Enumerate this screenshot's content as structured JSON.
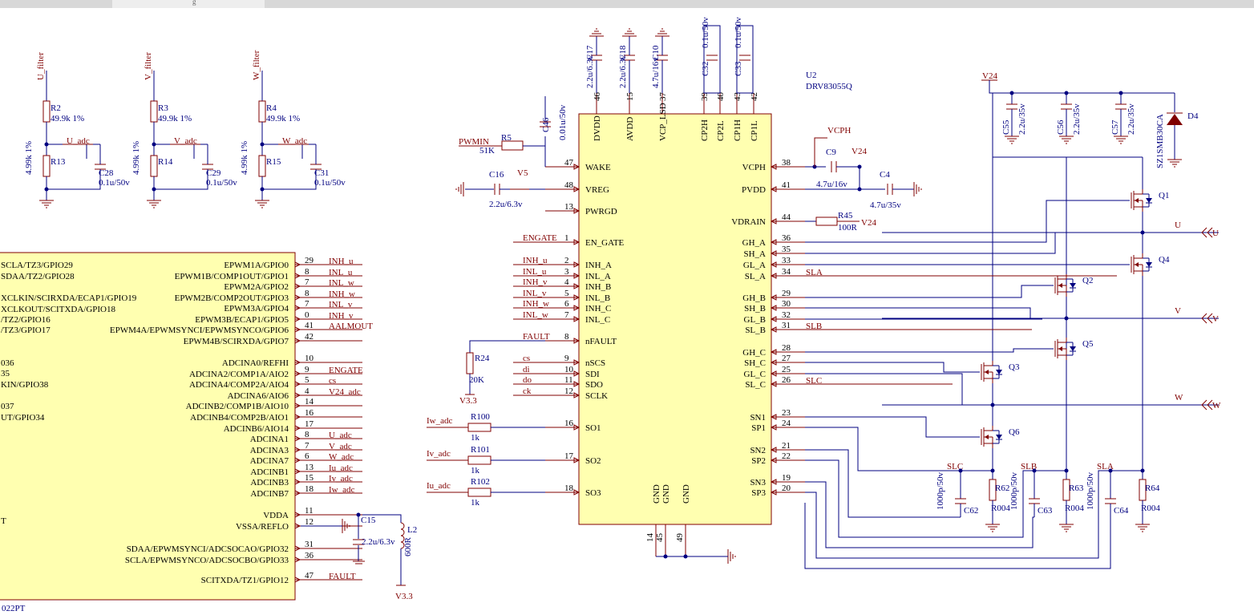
{
  "window": {
    "tab_label": "g"
  },
  "filters": [
    {
      "net": "U_filter",
      "r_top": "R2",
      "r_top_val": "49.9k 1%",
      "r_bot": "R13",
      "r_bot_val": "4.99k 1%",
      "adc": "U_adc",
      "cap": "C28",
      "cap_val": "0.1u/50v"
    },
    {
      "net": "V_filter",
      "r_top": "R3",
      "r_top_val": "49.9k 1%",
      "r_bot": "R14",
      "r_bot_val": "4.99k 1%",
      "adc": "V_adc",
      "cap": "C29",
      "cap_val": "0.1u/50v"
    },
    {
      "net": "W_filter",
      "r_top": "R4",
      "r_top_val": "49.9k 1%",
      "r_bot": "R15",
      "r_bot_val": "4.99k 1%",
      "adc": "W_adc",
      "cap": "C31",
      "cap_val": "0.1u/50v"
    }
  ],
  "mcu": {
    "left_pins": [
      "SCLA/TZ3/GPIO29",
      "SDAA/TZ2/GPIO28",
      "XCLKIN/SCIRXDA/ECAP1/GPIO19",
      "XCLKOUT/SCITXDA/GPIO18",
      "/TZ2/GPIO16",
      "/TZ3/GPIO17",
      "036",
      "35",
      "KIN/GPIO38",
      "037",
      "UT/GPIO34",
      "T"
    ],
    "right_pins": [
      {
        "name": "EPWM1A/GPIO0",
        "num": "29",
        "net": "INH_u"
      },
      {
        "name": "EPWM1B/COMP1OUT/GPIO1",
        "num": "8",
        "net": "INL_u"
      },
      {
        "name": "EPWM2A/GPIO2",
        "num": "7",
        "net": "INL_w"
      },
      {
        "name": "EPWM2B/COMP2OUT/GPIO3",
        "num": "8",
        "net": "INH_w"
      },
      {
        "name": "EPWM3A/GPIO4",
        "num": "7",
        "net": "INL_v"
      },
      {
        "name": "EPWM3B/ECAP1/GPIO5",
        "num": "0",
        "net": "INH_v"
      },
      {
        "name": "EPWM4A/EPWMSYNCI/EPWMSYNCO/GPIO6",
        "num": "41",
        "net": "AALMOUT"
      },
      {
        "name": "EPWM4B/SCIRXDA/GPIO7",
        "num": "42",
        "net": ""
      },
      {
        "name": "ADCINA0/REFHI",
        "num": "10",
        "net": ""
      },
      {
        "name": "ADCINA2/COMP1A/AIO2",
        "num": "9",
        "net": "ENGATE"
      },
      {
        "name": "ADCINA4/COMP2A/AIO4",
        "num": "5",
        "net": "cs"
      },
      {
        "name": "ADCINA6/AIO6",
        "num": "4",
        "net": "V24_adc"
      },
      {
        "name": "ADCINB2/COMP1B/AIO10",
        "num": "14",
        "net": ""
      },
      {
        "name": "ADCINB4/COMP2B/AIO1",
        "num": "16",
        "net": ""
      },
      {
        "name": "ADCINB6/AIO14",
        "num": "17",
        "net": ""
      },
      {
        "name": "ADCINA1",
        "num": "8",
        "net": "U_adc"
      },
      {
        "name": "ADCINA3",
        "num": "7",
        "net": "V_adc"
      },
      {
        "name": "ADCINA7",
        "num": "6",
        "net": "W_adc"
      },
      {
        "name": "ADCINB1",
        "num": "13",
        "net": "Iu_adc"
      },
      {
        "name": "ADCINB3",
        "num": "15",
        "net": "Iv_adc"
      },
      {
        "name": "ADCINB7",
        "num": "18",
        "net": "Iw_adc"
      },
      {
        "name": "VDDA",
        "num": "11",
        "net": ""
      },
      {
        "name": "VSSA/REFLO",
        "num": "12",
        "net": ""
      },
      {
        "name": "SDAA/EPWMSYNCI/ADCSOCAO/GPIO32",
        "num": "31",
        "net": ""
      },
      {
        "name": "SCLA/EPWMSYNCO/ADCSOCBO/GPIO33",
        "num": "36",
        "net": ""
      },
      {
        "name": "SCITXDA/TZ1/GPIO12",
        "num": "47",
        "net": "FAULT"
      }
    ],
    "part": "022PT"
  },
  "vdda": {
    "cap": "C15",
    "cap_val": "2.2u/6.3v",
    "ind": "L2",
    "ind_val": "600R",
    "supply": "V3.3"
  },
  "driver": {
    "designator": "U2",
    "part": "DRV83055Q",
    "top_pins": [
      {
        "name": "DVDD",
        "num": "46"
      },
      {
        "name": "AVDD",
        "num": "15"
      },
      {
        "name": "VCP_LSD",
        "num": "37"
      },
      {
        "name": "CP2H",
        "num": "39"
      },
      {
        "name": "CP2L",
        "num": "40"
      },
      {
        "name": "CP1H",
        "num": "43"
      },
      {
        "name": "CP1L",
        "num": "42"
      }
    ],
    "left_pins": [
      {
        "name": "WAKE",
        "num": "47"
      },
      {
        "name": "VREG",
        "num": "48"
      },
      {
        "name": "PWRGD",
        "num": "13"
      },
      {
        "name": "EN_GATE",
        "num": "1",
        "net": "ENGATE"
      },
      {
        "name": "INH_A",
        "num": "2",
        "net": "INH_u"
      },
      {
        "name": "INL_A",
        "num": "3",
        "net": "INL_u"
      },
      {
        "name": "INH_B",
        "num": "4",
        "net": "INH_v"
      },
      {
        "name": "INL_B",
        "num": "5",
        "net": "INL_v"
      },
      {
        "name": "INH_C",
        "num": "6",
        "net": "INH_w"
      },
      {
        "name": "INL_C",
        "num": "7",
        "net": "INL_w"
      },
      {
        "name": "nFAULT",
        "num": "8",
        "net": "FAULT"
      },
      {
        "name": "nSCS",
        "num": "9",
        "net": "cs"
      },
      {
        "name": "SDI",
        "num": "10",
        "net": "di"
      },
      {
        "name": "SDO",
        "num": "11",
        "net": "do"
      },
      {
        "name": "SCLK",
        "num": "12",
        "net": "ck"
      },
      {
        "name": "SO1",
        "num": "16"
      },
      {
        "name": "SO2",
        "num": "17"
      },
      {
        "name": "SO3",
        "num": "18"
      }
    ],
    "right_pins": [
      {
        "name": "VCPH",
        "num": "38"
      },
      {
        "name": "PVDD",
        "num": "41"
      },
      {
        "name": "VDRAIN",
        "num": "44"
      },
      {
        "name": "GH_A",
        "num": "36"
      },
      {
        "name": "SH_A",
        "num": "35"
      },
      {
        "name": "GL_A",
        "num": "33"
      },
      {
        "name": "SL_A",
        "num": "34",
        "net": "SLA"
      },
      {
        "name": "GH_B",
        "num": "29"
      },
      {
        "name": "SH_B",
        "num": "30"
      },
      {
        "name": "GL_B",
        "num": "32"
      },
      {
        "name": "SL_B",
        "num": "31",
        "net": "SLB"
      },
      {
        "name": "GH_C",
        "num": "28"
      },
      {
        "name": "SH_C",
        "num": "27"
      },
      {
        "name": "GL_C",
        "num": "25"
      },
      {
        "name": "SL_C",
        "num": "26",
        "net": "SLC"
      },
      {
        "name": "SN1",
        "num": "23"
      },
      {
        "name": "SP1",
        "num": "24"
      },
      {
        "name": "SN2",
        "num": "21"
      },
      {
        "name": "SP2",
        "num": "22"
      },
      {
        "name": "SN3",
        "num": "19"
      },
      {
        "name": "SP3",
        "num": "20"
      }
    ],
    "bottom_pins": [
      {
        "name": "GND",
        "num": "14"
      },
      {
        "name": "GND",
        "num": "45"
      },
      {
        "name": "GND",
        "num": "49"
      }
    ]
  },
  "top_caps": [
    {
      "ref": "C17",
      "val": "2.2u/6.3v"
    },
    {
      "ref": "C18",
      "val": "2.2u/6.3v"
    },
    {
      "ref": "C10",
      "val": "4.7u/16v"
    },
    {
      "ref": "C32",
      "val": "0.1u/50v"
    },
    {
      "ref": "C33",
      "val": "0.1u/50v"
    }
  ],
  "periph": {
    "c46": {
      "ref": "C46",
      "val": "0.01u/50v"
    },
    "r5": {
      "ref": "R5",
      "val": "51K",
      "net": "PWMIN"
    },
    "c16": {
      "ref": "C16",
      "val": "2.2u/6.3v",
      "net": "V5"
    },
    "c9": {
      "ref": "C9",
      "val": "4.7u/16v",
      "net": "VCPH",
      "net2": "V24"
    },
    "c4": {
      "ref": "C4",
      "val": "4.7u/35v"
    },
    "r45": {
      "ref": "R45",
      "val": "100R",
      "net": "V24"
    },
    "r24": {
      "ref": "R24",
      "val": "20K",
      "net": "V3.3"
    },
    "so": [
      {
        "net": "Iw_adc",
        "ref": "R100",
        "val": "1k"
      },
      {
        "net": "Iv_adc",
        "ref": "R101",
        "val": "1k"
      },
      {
        "net": "Iu_adc",
        "ref": "R102",
        "val": "1k"
      }
    ]
  },
  "power": {
    "net": "V24",
    "caps": [
      {
        "ref": "C55",
        "val": "2.2u/35v"
      },
      {
        "ref": "C56",
        "val": "2.2u/35v"
      },
      {
        "ref": "C57",
        "val": "2.2u/35v"
      }
    ],
    "diode": {
      "ref": "D4",
      "val": "SZ1SMB30CA"
    }
  },
  "fets": [
    "Q1",
    "Q4",
    "Q2",
    "Q5",
    "Q3",
    "Q6"
  ],
  "outputs": [
    "U",
    "V",
    "W"
  ],
  "shunts": [
    {
      "net": "SLC",
      "cap": "C62",
      "cap_val": "1000p/50v",
      "res": "R62",
      "res_val": "R004"
    },
    {
      "net": "SLB",
      "cap": "C63",
      "cap_val": "1000p/50v",
      "res": "R63",
      "res_val": "R004"
    },
    {
      "net": "SLA",
      "cap": "C64",
      "cap_val": "1000p/50v",
      "res": "R64",
      "res_val": "R004"
    }
  ]
}
